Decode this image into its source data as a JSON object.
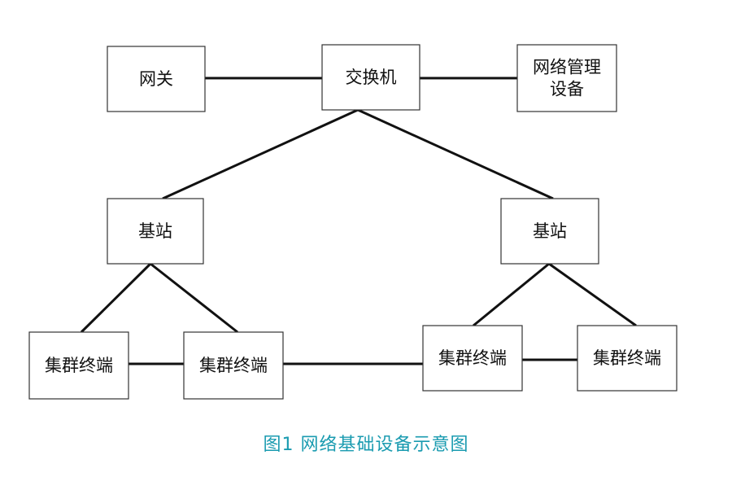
{
  "nodes": {
    "gateway": {
      "label": [
        "网关"
      ]
    },
    "switch": {
      "label": [
        "交换机"
      ]
    },
    "netmgmt": {
      "label": [
        "网络管理",
        "设备"
      ]
    },
    "bs_left": {
      "label": [
        "基站"
      ]
    },
    "bs_right": {
      "label": [
        "基站"
      ]
    },
    "term1": {
      "label": [
        "集群终端"
      ]
    },
    "term2": {
      "label": [
        "集群终端"
      ]
    },
    "term3": {
      "label": [
        "集群终端"
      ]
    },
    "term4": {
      "label": [
        "集群终端"
      ]
    }
  },
  "edges": [
    [
      "gateway",
      "switch"
    ],
    [
      "switch",
      "netmgmt"
    ],
    [
      "switch",
      "bs_left"
    ],
    [
      "switch",
      "bs_right"
    ],
    [
      "bs_left",
      "term1"
    ],
    [
      "bs_left",
      "term2"
    ],
    [
      "bs_right",
      "term3"
    ],
    [
      "bs_right",
      "term4"
    ],
    [
      "term1",
      "term2"
    ],
    [
      "term2",
      "term3"
    ],
    [
      "term3",
      "term4"
    ]
  ],
  "caption": "图1 网络基础设备示意图",
  "colors": {
    "caption": "#1a9bb0",
    "line": "#111111",
    "box_border": "#333333"
  }
}
